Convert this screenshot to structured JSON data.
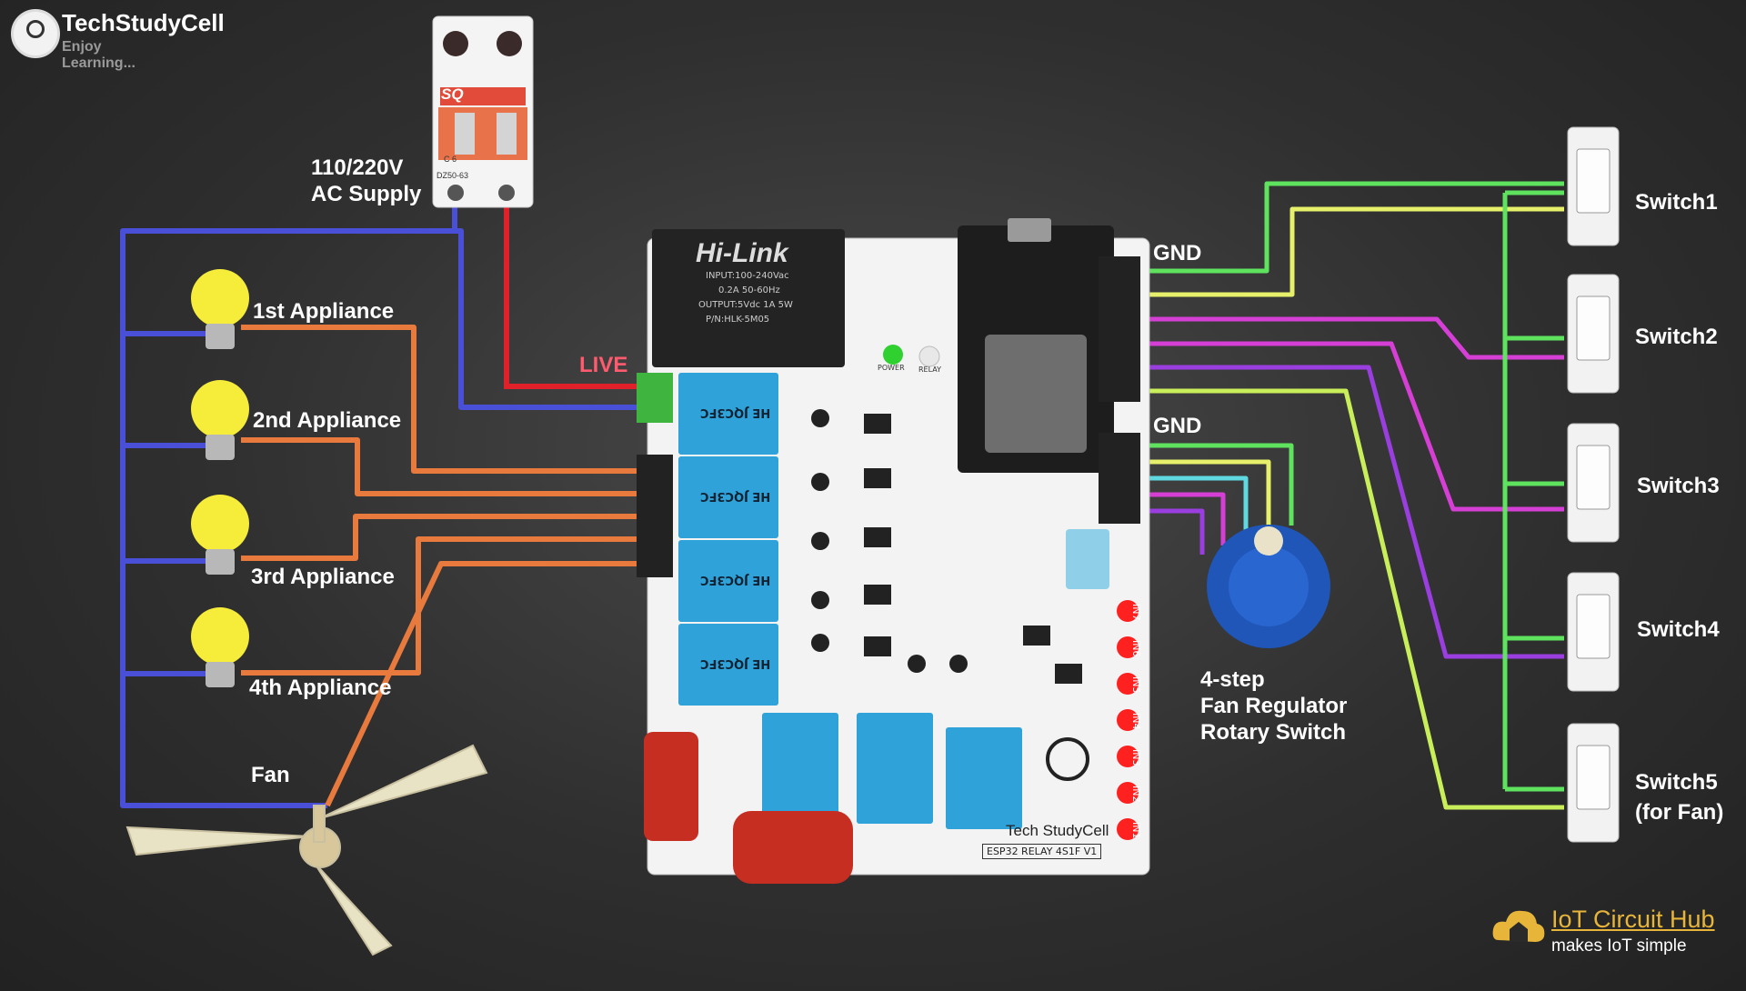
{
  "brand": {
    "name": "TechStudyCell",
    "tagline": "Enjoy Learning..."
  },
  "supply": {
    "line1": "110/220V",
    "line2": "AC Supply",
    "mcb_label": "SQ",
    "mcb_rating": "C 6",
    "mcb_model": "DZ50-63"
  },
  "live_label": "LIVE",
  "appliances": [
    "1st Appliance",
    "2nd Appliance",
    "3rd Appliance",
    "4th Appliance"
  ],
  "fan_label": "Fan",
  "gnd_labels": [
    "GND",
    "GND"
  ],
  "switches": [
    "Switch1",
    "Switch2",
    "Switch3",
    "Switch4",
    "Switch5"
  ],
  "switch5_note": "(for Fan)",
  "regulator": {
    "line1": "4-step",
    "line2": "Fan Regulator",
    "line3": "Rotary Switch"
  },
  "board": {
    "psu_brand": "Hi-Link",
    "psu_input": "INPUT:100-240Vac",
    "psu_freq": "0.2A 50-60Hz",
    "psu_output": "OUTPUT:5Vdc 1A 5W",
    "psu_part": "P/N:HLK-5M05",
    "relay_text": "HE JQC3FC",
    "board_name": "Tech StudyCell",
    "board_model": "ESP32 RELAY 4S1F V1",
    "led_labels": [
      "IN7",
      "IN6",
      "IN5",
      "IN4",
      "IN3",
      "IN2",
      "IN1"
    ],
    "power_led": "POWER",
    "relay_led": "RELAY"
  },
  "footer": {
    "name": "IoT Circuit Hub",
    "tagline": "makes IoT simple"
  },
  "colors": {
    "neutral": "#4a4fd8",
    "live": "#e0212a",
    "load": "#e87a3e",
    "green": "#5fe35f",
    "yellow": "#e6f06a",
    "magenta": "#d63fd6",
    "purple": "#9a3ee0",
    "yellowgreen": "#c8ef5a",
    "cyan": "#5fd8e0",
    "led": "#ff2020"
  }
}
